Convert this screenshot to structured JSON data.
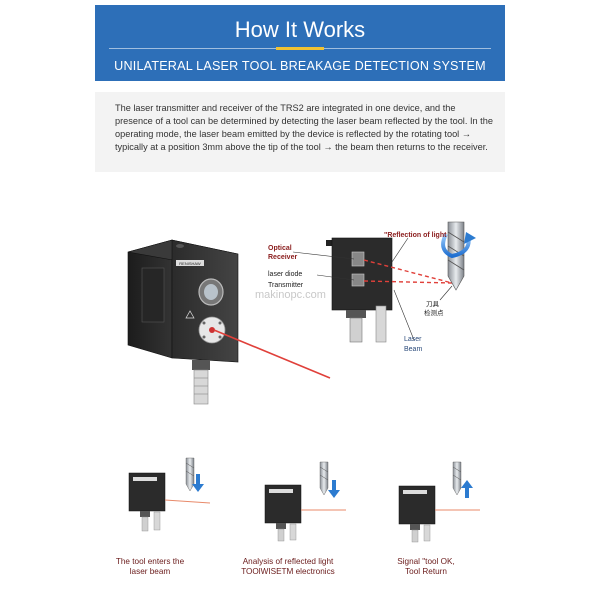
{
  "header": {
    "title": "How It Works",
    "subtitle": "UNILATERAL LASER TOOL BREAKAGE DETECTION SYSTEM"
  },
  "description": "The laser transmitter and receiver of the TRS2 are integrated in one device, and the presence of a tool can be determined by detecting the laser beam reflected by the tool. In the operating mode, the laser beam emitted by the device is reflected by the rotating tool → typically at a position 3mm above the tip of the tool → the beam then returns to the receiver.",
  "diagram": {
    "labels": {
      "optical_receiver_1": "Optical",
      "optical_receiver_2": "Receiver",
      "laser_diode": "laser diode",
      "transmitter": "Transmitter",
      "reflection": "\"Reflection of light",
      "tool_point_1": "刀具",
      "tool_point_2": "检测点",
      "laser_beam_1": "Laser",
      "laser_beam_2": "Beam"
    },
    "device_brand": "RENISHAW",
    "watermark": "makinopc.com"
  },
  "steps": [
    {
      "line1": "The tool enters the",
      "line2": "laser beam"
    },
    {
      "line1": "Analysis of reflected light",
      "line2": "TOOlWISETM electronics"
    },
    {
      "line1": "Signal \"tool OK,",
      "line2": "Tool Return"
    }
  ],
  "colors": {
    "banner": "#2d6fb8",
    "accent": "#f1c232",
    "laser": "#e0403a",
    "arrow_blue": "#2c7bd0",
    "label_red": "#8a1c1c"
  }
}
